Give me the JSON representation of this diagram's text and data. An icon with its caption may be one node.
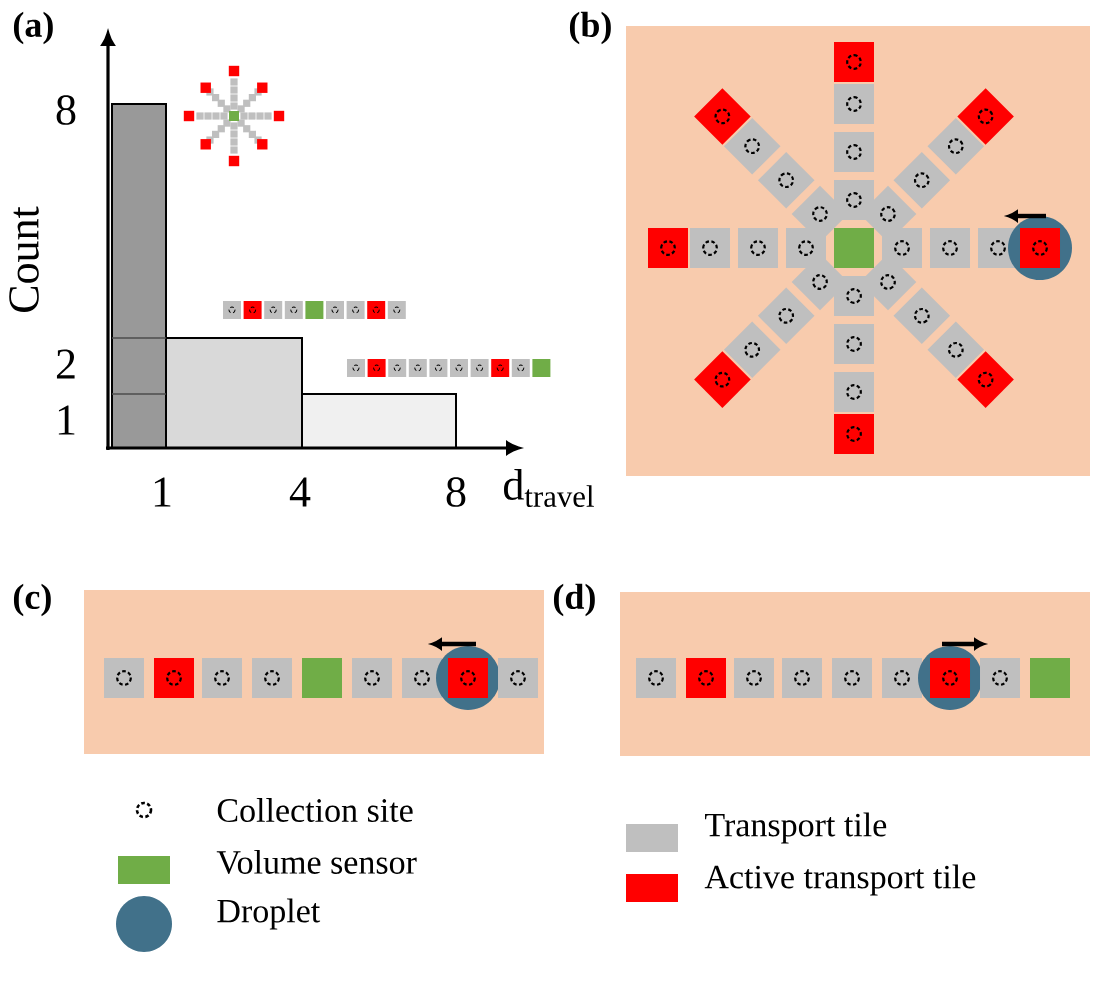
{
  "diagram": {
    "labels": [
      "(a)",
      "8",
      "2",
      "1",
      "Count",
      "1",
      "4",
      "8",
      "d$_{travel}$",
      "(b)",
      "(c)",
      "(d)"
    ],
    "legend": [
      {
        "text": "Collection site"
      },
      {
        "text": "Volume sensor",
        "color": "#70ad47"
      },
      {
        "text": "Droplet",
        "color": "#41718a"
      },
      {
        "text": "Transport tile",
        "color": "#bfbfbf"
      },
      {
        "text": "Active transport tile",
        "color": "#ff0000"
      }
    ]
  }
}
